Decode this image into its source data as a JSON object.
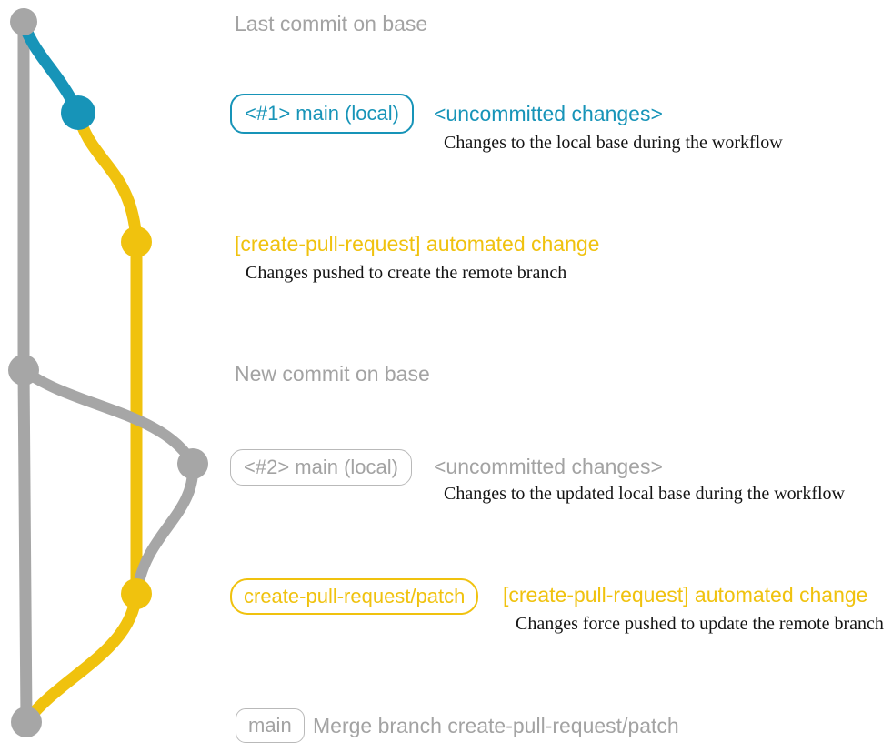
{
  "colors": {
    "gray": "#a6a6a6",
    "blue": "#1794b8",
    "yellow": "#f0c20e",
    "badge_gray_border": "#b9b9b9",
    "description_text": "#141414",
    "background": "#ffffff"
  },
  "rows": {
    "row1": {
      "label": "Last commit on base"
    },
    "row2": {
      "badge": "<#1> main (local)",
      "heading": "<uncommitted changes>",
      "description": "Changes to the local base during the workflow"
    },
    "row3": {
      "heading": "[create-pull-request] automated change",
      "description": "Changes pushed to create the remote branch"
    },
    "row4": {
      "label": "New commit on base"
    },
    "row5": {
      "badge": "<#2> main (local)",
      "heading": "<uncommitted changes>",
      "description": "Changes to the updated local base during the workflow"
    },
    "row6": {
      "badge": "create-pull-request/patch",
      "heading": "[create-pull-request] automated change",
      "description": "Changes force pushed to update the remote branch"
    },
    "row7": {
      "badge": "main",
      "label": "Merge branch create-pull-request/patch"
    }
  }
}
